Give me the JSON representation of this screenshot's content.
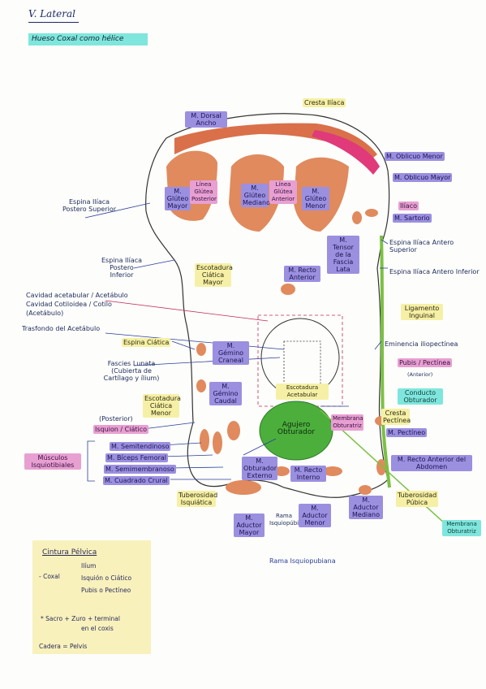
{
  "header": {
    "title": "V. Lateral",
    "subtitle": "Hueso Coxal como hélice"
  },
  "labels": {
    "cresta_iliaca": "Cresta Ilíaca",
    "dorsal_ancho": "M. Dorsal Ancho",
    "oblicuo_menor": "M. Oblicuo Menor",
    "oblicuo_mayor": "M. Oblicuo Mayor",
    "gluteo_mayor": "M. Glúteo Mayor",
    "linea_glutea_post": "Línea Glútea Posterior",
    "gluteo_mediano": "M. Glúteo Mediano",
    "linea_glutea_ant": "Línea Glútea Anterior",
    "gluteo_menor": "M. Glúteo Menor",
    "iliaco": "Ilíaco",
    "sartorio": "M. Sartorio",
    "espina_ips": "Espina Ilíaca Postero Superior",
    "tensor_fascia": "M. Tensor de la Fascia Lata",
    "espina_ias": "Espina Ilíaca Antero Superior",
    "espina_ipi": "Espina Ilíaca Postero Inferior",
    "escotadura": "Escotadura Ciática Mayor",
    "recto_anterior": "M. Recto Anterior",
    "espina_iai": "Espina Ilíaca Antero Inferior",
    "cavidad": "Cavidad acetabular / Acetábulo",
    "cavidad2": "Cavidad Cotiloidea / Cotilo",
    "cavidad3": "(Acetábulo)",
    "ligamento_inguinal": "Ligamento Inguinal",
    "trasfondo": "Trasfondo del Acetábulo",
    "espina_ciatica": "Espina Ciática",
    "geminos_craneal": "M. Gémino Craneal",
    "eminencia": "Eminencia iliopectínea",
    "fascies_lunata": "Fascies Lunata (Cubierta de Cartílago y ílium)",
    "pubis": "Pubis / Pectínea",
    "pubis_sub": "(Anterior)",
    "gemino_caudal": "M. Gémino Caudal",
    "escotadura_acet": "Escotadura Acetabular",
    "escotadura_menor": "Escotadura Ciática Menor",
    "conducto": "Conducto Obturador",
    "posterior_tag": "(Posterior)",
    "isquion": "Isquion / Ciático",
    "agujero": "Agujero Obturador",
    "cresta_pectinea": "Cresta Pectínea",
    "pectineo": "M. Pectíneo",
    "semitendinoso": "M. Semitendinoso",
    "biceps": "M. Bíceps Femoral",
    "semimembranoso": "M. Semimembranoso",
    "cuadrado": "M. Cuadrado Crural",
    "musculos_isq": "Músculos Isquiotibiales",
    "obturador_ext": "M. Obturador Externo",
    "recto_interno": "M. Recto Interno",
    "recto_anterior_abd": "M. Recto Anterior del Abdomen",
    "tuberosidad_isq": "Tuberosidad Isquiática",
    "aductor_mayor": "M. Aductor Mayor",
    "rama_isq": "Rama Isquiopúbica",
    "aductor_menor": "M. Aductor Menor",
    "aductor_mediano": "M. Aductor Mediano",
    "tuberosidad_pub": "Tuberosidad Púbica",
    "membrana": "Membrana Obturatriz",
    "rama_isquiopubiana": "Rama Isquiopubiana"
  },
  "note": {
    "title": "Cintura Pélvica",
    "coxal": "- Coxal",
    "items": [
      "Ilíum",
      "Isquión o Ciático",
      "Pubis o Pectíneo"
    ],
    "sacro1": "* Sacro + Zuro + terminal",
    "sacro2": "en el coxis",
    "cadera": "Cadera = Pelvis"
  },
  "colors": {
    "muscle": "#e08a5e",
    "muscle_dark": "#c9653f",
    "obturator": "#4caf3c",
    "green_line": "#7bc043",
    "pink_band": "#e03a7a",
    "outline": "#333333",
    "blue_line": "#2b3f9a"
  }
}
